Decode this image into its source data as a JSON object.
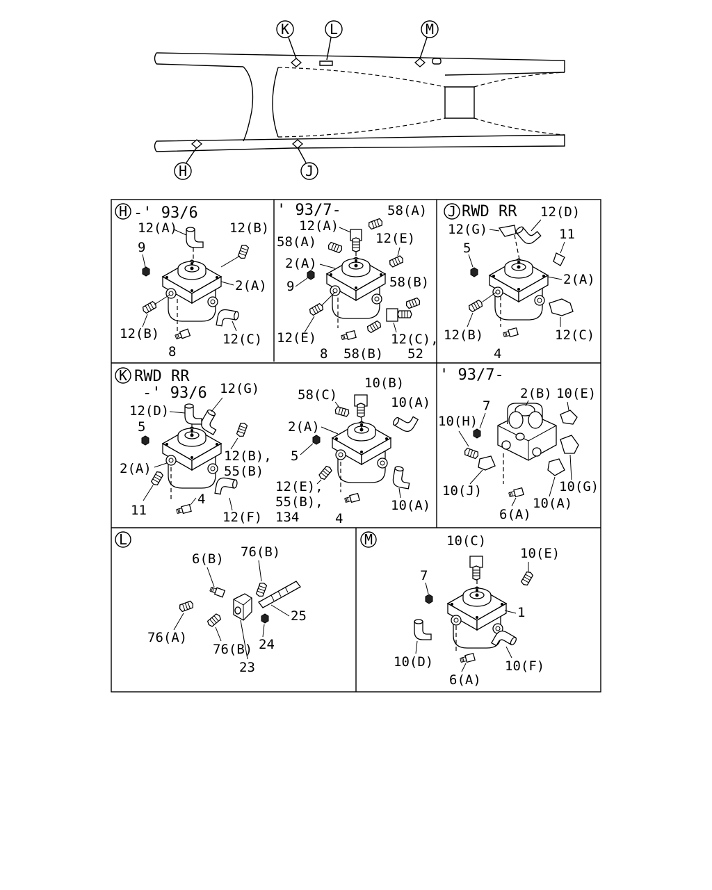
{
  "frame_callouts": {
    "k": "K",
    "l": "L",
    "m": "M",
    "h": "H",
    "j": "J"
  },
  "panel_h": {
    "mark": "H",
    "title": "-' 93/6",
    "labels": {
      "a1": "12(A)",
      "b1": "12(B)",
      "n9": "9",
      "a2": "2(A)",
      "b2": "12(B)",
      "c": "12(C)",
      "n8": "8"
    }
  },
  "panel_h2": {
    "title": "' 93/7-",
    "labels": {
      "a1": "12(A)",
      "s58a": "58(A)",
      "s58a2": "58(A)",
      "e1": "12(E)",
      "a2": "2(A)",
      "n9": "9",
      "s58b": "58(B)",
      "e2": "12(E)",
      "c": "12(C),",
      "n8": "8",
      "s58b2": "58(B)",
      "n52": "52"
    }
  },
  "panel_j": {
    "mark": "J",
    "title": "RWD  RR",
    "labels": {
      "d": "12(D)",
      "g": "12(G)",
      "n5": "5",
      "n11": "11",
      "a2": "2(A)",
      "b": "12(B)",
      "c": "12(C)",
      "n4": "4"
    }
  },
  "panel_k": {
    "mark": "K",
    "title1": "RWD  RR",
    "title2": "-' 93/6",
    "labels": {
      "g": "12(G)",
      "d": "12(D)",
      "n5": "5",
      "b": "12(B),",
      "b55": "55(B)",
      "a2": "2(A)",
      "n11": "11",
      "n4": "4",
      "f": "12(F)"
    }
  },
  "panel_k2": {
    "labels": {
      "s10b": "10(B)",
      "s58c": "58(C)",
      "s10a": "10(A)",
      "a2": "2(A)",
      "n5": "5",
      "e": "12(E),",
      "b55": "55(B),",
      "n134": "134",
      "n4": "4",
      "s10a2": "10(A)"
    }
  },
  "panel_k3": {
    "title": "' 93/7-",
    "labels": {
      "n7": "7",
      "s2b": "2(B)",
      "s10e": "10(E)",
      "s10h": "10(H)",
      "s10g": "10(G)",
      "s10j": "10(J)",
      "s10a": "10(A)",
      "s6a": "6(A)"
    }
  },
  "panel_l": {
    "mark": "L",
    "labels": {
      "s6b": "6(B)",
      "s76b": "76(B)",
      "n25": "25",
      "s76a": "76(A)",
      "s76b2": "76(B)",
      "n24": "24",
      "n23": "23"
    }
  },
  "panel_m": {
    "mark": "M",
    "labels": {
      "s10c": "10(C)",
      "s10e": "10(E)",
      "n7": "7",
      "n1": "1",
      "s10d": "10(D)",
      "s10f": "10(F)",
      "s6a": "6(A)"
    }
  }
}
